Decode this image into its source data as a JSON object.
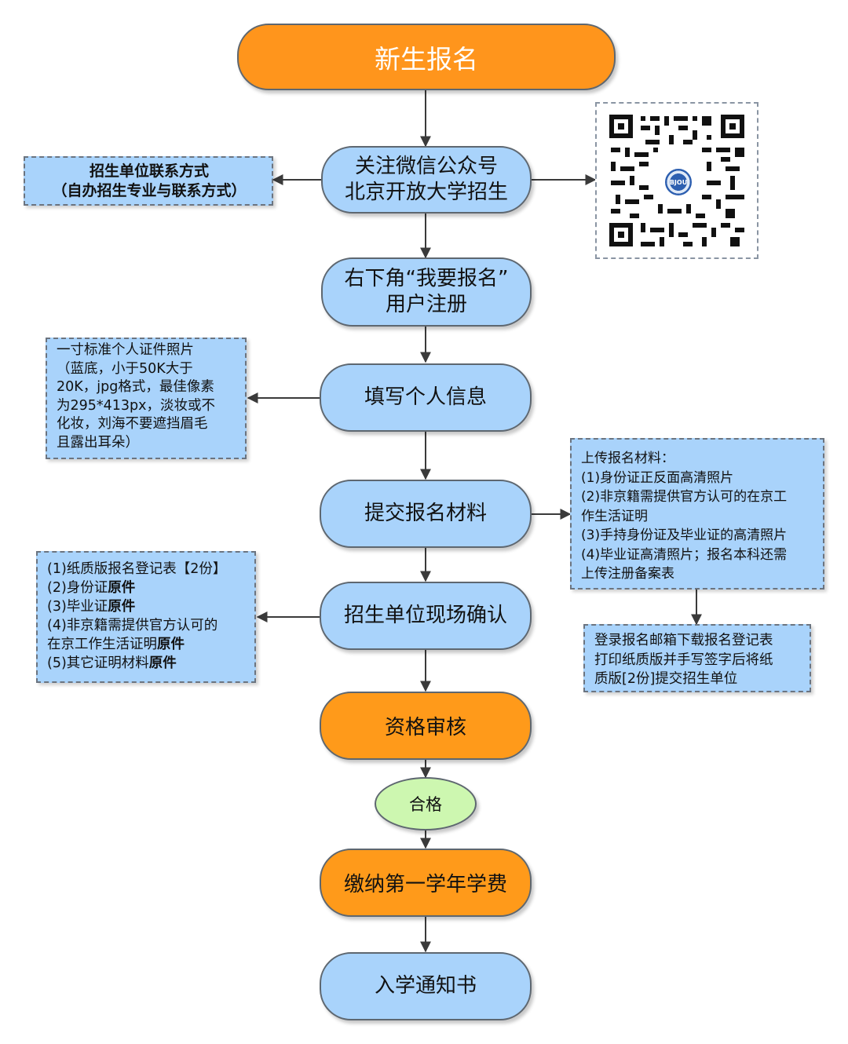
{
  "nodes": {
    "start": "新生报名",
    "follow": [
      "关注微信公众号",
      "北京开放大学招生"
    ],
    "register": [
      "右下角“我要报名”",
      "用户注册"
    ],
    "fill_info": "填写个人信息",
    "submit": "提交报名材料",
    "confirm": "招生单位现场确认",
    "review": "资格审核",
    "pass": "合格",
    "pay": "缴纳第一学年学费",
    "notice": "入学通知书"
  },
  "notes": {
    "contact": [
      "招生单位联系方式",
      "（自办招生专业与联系方式）"
    ],
    "photo": [
      "一寸标准个人证件照片",
      "（蓝底，小于50K大于",
      "20K，jpg格式，最佳像素",
      "为295*413px，淡妆或不",
      "化妆，刘海不要遮挡眉毛",
      "且露出耳朵）"
    ],
    "upload": [
      "上传报名材料：",
      "(1)身份证正反面高清照片",
      "(2)非京籍需提供官方认可的在京工",
      "作生活证明",
      "(3)手持身份证及毕业证的高清照片",
      "(4)毕业证高清照片；报名本科还需",
      "上传注册备案表"
    ],
    "onsite": {
      "l1": "(1)纸质版报名登记表【2份】",
      "l2a": "(2)身份证",
      "l2b": "原件",
      "l3a": "(3)毕业证",
      "l3b": "原件",
      "l4": "(4)非京籍需提供官方认可的",
      "l5a": "在京工作生活证明",
      "l5b": "原件",
      "l6a": "(5)其它证明材料",
      "l6b": "原件"
    },
    "download": [
      "登录报名邮箱下载报名登记表",
      "打印纸质版并手写签字后将纸",
      "质版[2份]提交招生单位"
    ]
  },
  "qr_logo_text": "BJOU",
  "colors": {
    "blue_fill": "#a9d3fb",
    "orange_fill": "#ff9a1a",
    "green_fill": "#cdf7b0",
    "arrow": "#3a3a3a"
  }
}
